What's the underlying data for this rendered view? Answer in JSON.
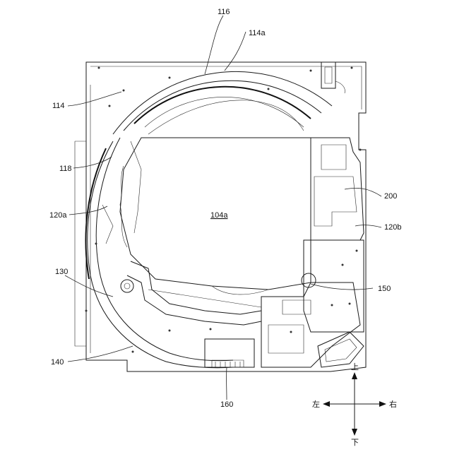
{
  "labels": {
    "l116": "116",
    "l114a": "114a",
    "l114": "114",
    "l118": "118",
    "l120a": "120a",
    "l104a": "104a",
    "l200": "200",
    "l120b": "120b",
    "l130": "130",
    "l150": "150",
    "l140": "140",
    "l160": "160"
  },
  "directions": {
    "up": "上",
    "down": "下",
    "left": "左",
    "right": "右"
  }
}
